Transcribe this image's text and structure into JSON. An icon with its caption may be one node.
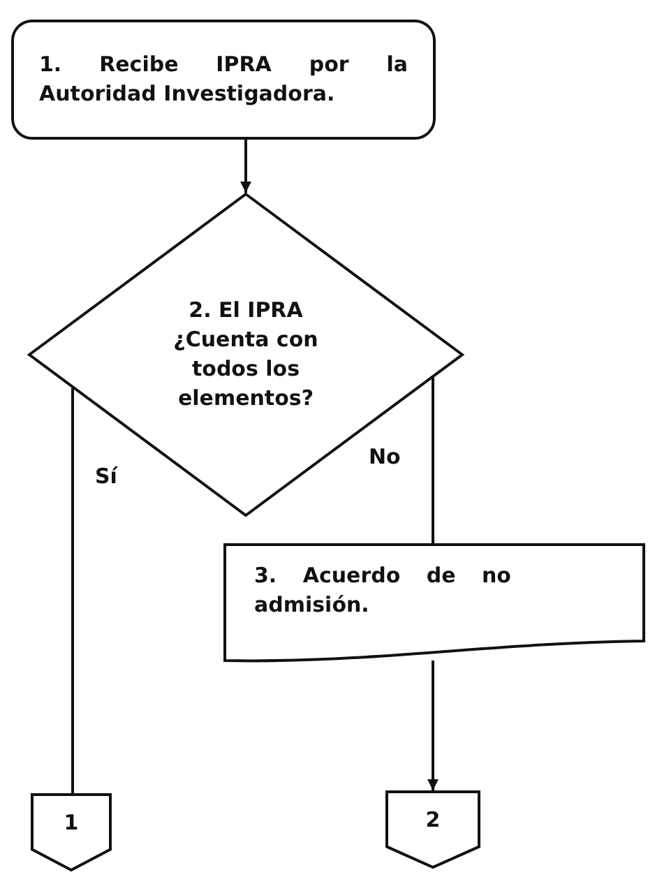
{
  "diagram": {
    "nodes": [
      {
        "text": [
          "1. Recibe IPRA por la Autoridad Investigadora."
        ]
      },
      {
        "text": [
          "2. El IPRA ¿Cuenta con todos los elementos?"
        ]
      },
      {
        "text": [
          "3. Acuerdo de no admisión."
        ]
      },
      {
        "text": [
          "1"
        ]
      },
      {
        "text": [
          "2"
        ]
      }
    ],
    "edges": [
      {
        "from": 0,
        "to": 1,
        "arrow": "to"
      },
      {
        "from": 1,
        "to": 3,
        "arrow": "none",
        "label": "Sí"
      },
      {
        "from": 1,
        "to": 2,
        "arrow": "none",
        "label": "No"
      },
      {
        "from": 2,
        "to": 4,
        "arrow": "to"
      }
    ]
  }
}
